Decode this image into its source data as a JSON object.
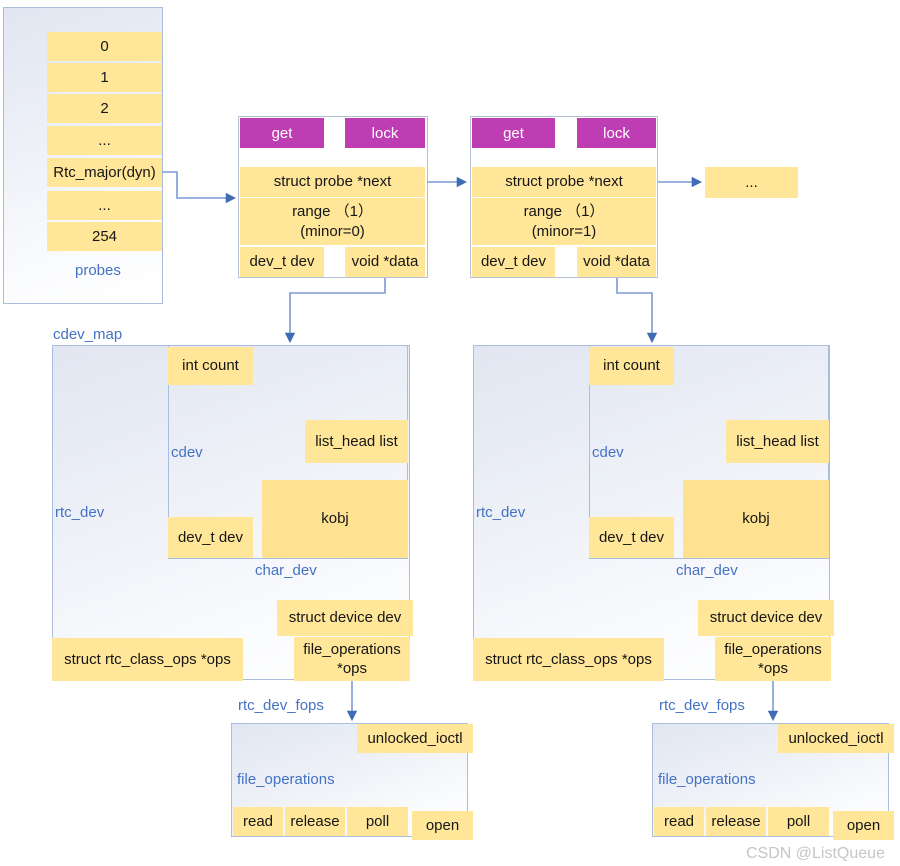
{
  "probes_array": {
    "cells": [
      "0",
      "1",
      "2",
      "...",
      "Rtc_major(dyn)",
      "...",
      "254"
    ],
    "label": "probes"
  },
  "probe_nodes": [
    {
      "get": "get",
      "lock": "lock",
      "next": "struct probe *next",
      "range1": "range （1）",
      "range2": "(minor=0)",
      "dev": "dev_t dev",
      "data": "void *data"
    },
    {
      "get": "get",
      "lock": "lock",
      "next": "struct probe *next",
      "range1": "range （1）",
      "range2": "(minor=1)",
      "dev": "dev_t dev",
      "data": "void *data"
    }
  ],
  "ellipsis": "...",
  "cdev_map_label": "cdev_map",
  "rtc_units": [
    {
      "rtc_dev": "rtc_dev",
      "cdev": "cdev",
      "char_dev": "char_dev",
      "int_count": "int count",
      "list_head": "list_head list",
      "dev_t": "dev_t dev",
      "kobj": "kobj",
      "device_dev": "struct device dev",
      "class_ops": "struct rtc_class_ops *ops",
      "fops_ptr_1": "file_operations",
      "fops_ptr_2": "*ops"
    },
    {
      "rtc_dev": "rtc_dev",
      "cdev": "cdev",
      "char_dev": "char_dev",
      "int_count": "int count",
      "list_head": "list_head list",
      "dev_t": "dev_t dev",
      "kobj": "kobj",
      "device_dev": "struct device dev",
      "class_ops": "struct rtc_class_ops *ops",
      "fops_ptr_1": "file_operations",
      "fops_ptr_2": "*ops"
    }
  ],
  "fops_nodes": [
    {
      "label": "rtc_dev_fops",
      "struct_name": "file_operations",
      "unlocked_ioctl": "unlocked_ioctl",
      "read": "read",
      "release": "release",
      "poll": "poll",
      "open": "open"
    },
    {
      "label": "rtc_dev_fops",
      "struct_name": "file_operations",
      "unlocked_ioctl": "unlocked_ioctl",
      "read": "read",
      "release": "release",
      "poll": "poll",
      "open": "open"
    }
  ],
  "watermark": "CSDN @ListQueue",
  "colors": {
    "cell_yellow": "#FFE699",
    "kobj_yellow": "#FEE291",
    "header_magenta": "#BE3DB3",
    "label_blue": "#4472C4",
    "arrow_blue": "#7B9BD2",
    "border_blue": "#A9BDDE"
  }
}
